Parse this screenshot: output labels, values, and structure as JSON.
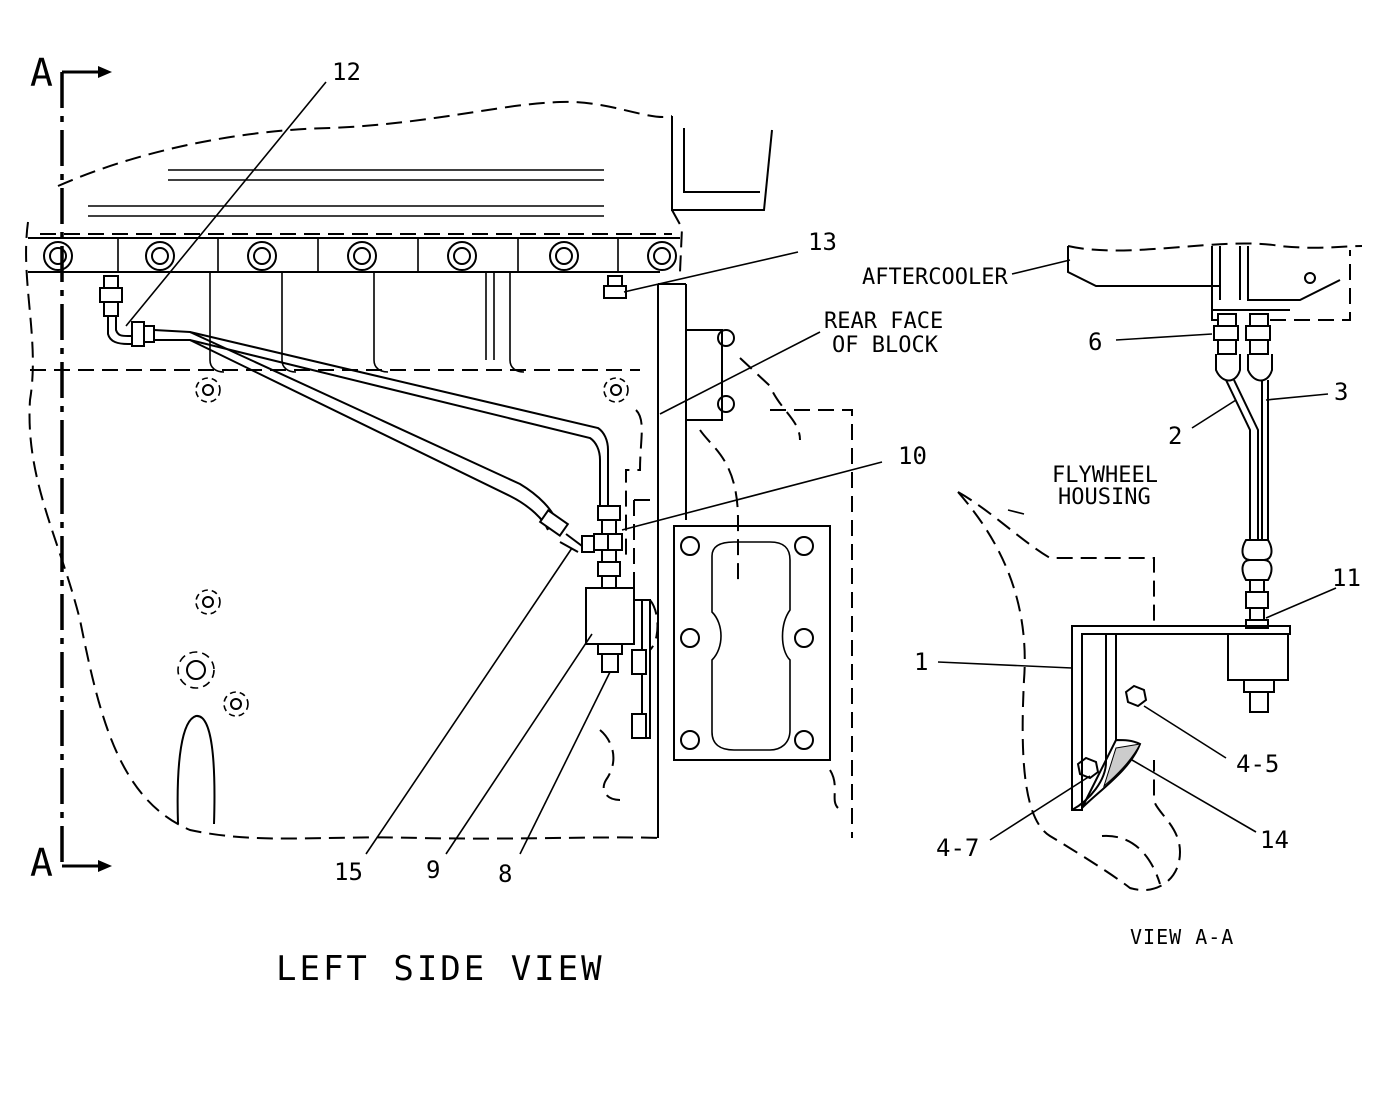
{
  "section_marks": {
    "top": "A",
    "bottom": "A"
  },
  "titles": {
    "left_view": "LEFT SIDE VIEW",
    "right_view": "VIEW A-A"
  },
  "labels": {
    "aftercooler": "AFTERCOOLER",
    "rear_face_line1": "REAR FACE",
    "rear_face_line2": "OF BLOCK",
    "flywheel_line1": "FLYWHEEL",
    "flywheel_line2": "HOUSING"
  },
  "callouts": {
    "c12": "12",
    "c13": "13",
    "c10": "10",
    "c15": "15",
    "c9": "9",
    "c8": "8",
    "c6": "6",
    "c3": "3",
    "c2": "2",
    "c11": "11",
    "c1": "1",
    "c4_5": "4-5",
    "c14": "14",
    "c4_7": "4-7"
  }
}
